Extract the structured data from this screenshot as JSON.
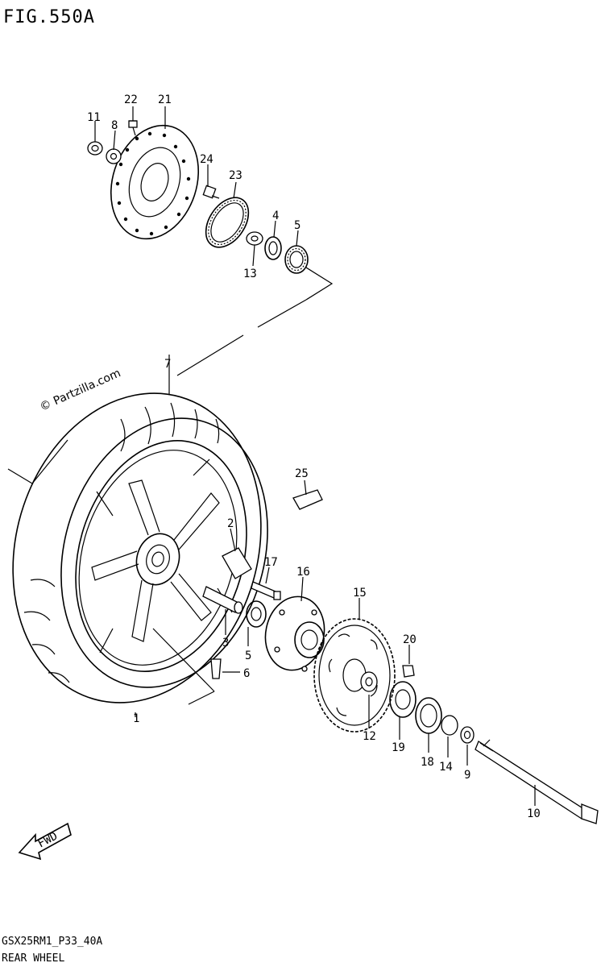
{
  "figure": {
    "title": "FIG.550A",
    "model_code": "GSX25RM1_P33_40A",
    "section": "REAR WHEEL",
    "watermark": "© Partzilla.com",
    "fwd_label": "FWD"
  },
  "callouts": [
    {
      "id": "1",
      "text": "1"
    },
    {
      "id": "2",
      "text": "2"
    },
    {
      "id": "3",
      "text": "3"
    },
    {
      "id": "4",
      "text": "4"
    },
    {
      "id": "5a",
      "text": "5"
    },
    {
      "id": "5b",
      "text": "5"
    },
    {
      "id": "6",
      "text": "6"
    },
    {
      "id": "7",
      "text": "7"
    },
    {
      "id": "8",
      "text": "8"
    },
    {
      "id": "9",
      "text": "9"
    },
    {
      "id": "10",
      "text": "10"
    },
    {
      "id": "11",
      "text": "11"
    },
    {
      "id": "12",
      "text": "12"
    },
    {
      "id": "13",
      "text": "13"
    },
    {
      "id": "14",
      "text": "14"
    },
    {
      "id": "15",
      "text": "15"
    },
    {
      "id": "16",
      "text": "16"
    },
    {
      "id": "17",
      "text": "17"
    },
    {
      "id": "18",
      "text": "18"
    },
    {
      "id": "19",
      "text": "19"
    },
    {
      "id": "20",
      "text": "20"
    },
    {
      "id": "21",
      "text": "21"
    },
    {
      "id": "22",
      "text": "22"
    },
    {
      "id": "23",
      "text": "23"
    },
    {
      "id": "24",
      "text": "24"
    },
    {
      "id": "25",
      "text": "25"
    }
  ]
}
